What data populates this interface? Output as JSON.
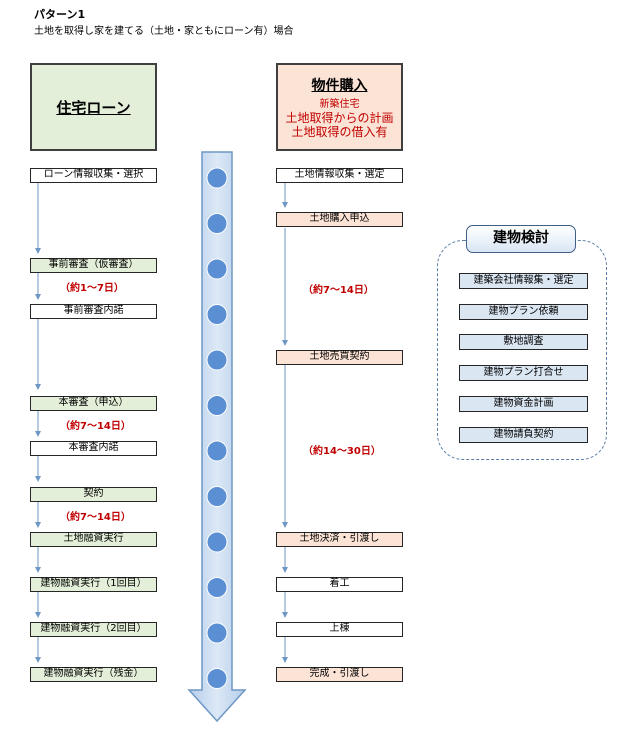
{
  "header": {
    "title": "パターン1",
    "subtitle": "土地を取得し家を建てる（土地・家ともにローン有）場合"
  },
  "loan_panel": {
    "title": "住宅ローン"
  },
  "purchase_panel": {
    "title": "物件購入",
    "line1": "新築住宅",
    "line2": "土地取得からの計画",
    "line3": "土地取得の借入有"
  },
  "loan_steps": [
    {
      "label": "ローン情報収集・選択"
    },
    {
      "label": "事前審査（仮審査）"
    },
    {
      "label": "事前審査内諾"
    },
    {
      "label": "本審査（申込）"
    },
    {
      "label": "本審査内諾"
    },
    {
      "label": "契約"
    },
    {
      "label": "土地融資実行"
    },
    {
      "label": "建物融資実行（1回目）"
    },
    {
      "label": "建物融資実行（2回目）"
    },
    {
      "label": "建物融資実行（残金）"
    }
  ],
  "loan_durations": [
    "（約1～7日）",
    "（約7～14日）",
    "（約7～14日）"
  ],
  "purchase_steps": [
    {
      "label": "土地情報収集・選定"
    },
    {
      "label": "土地購入申込"
    },
    {
      "label": "土地売買契約"
    },
    {
      "label": "土地決済・引渡し"
    },
    {
      "label": "着工"
    },
    {
      "label": "上棟"
    },
    {
      "label": "完成・引渡し"
    }
  ],
  "purchase_durations": [
    "（約7～14日）",
    "（約14～30日）"
  ],
  "building_group": {
    "title": "建物検討",
    "items": [
      "建築会社情報集・選定",
      "建物プラン依頼",
      "敷地調査",
      "建物プラン打合せ",
      "建物資金計画",
      "建物請負契約"
    ]
  },
  "timeline": {
    "dot_count": 12
  },
  "colors": {
    "loan_fill": "#e3efd9",
    "purchase_fill": "#fbe3d6",
    "building_fill": "#dae6f2",
    "duration_text": "#c00000",
    "arrow_fill": "#c6d9f0",
    "dot_fill": "#5b8fd3"
  }
}
